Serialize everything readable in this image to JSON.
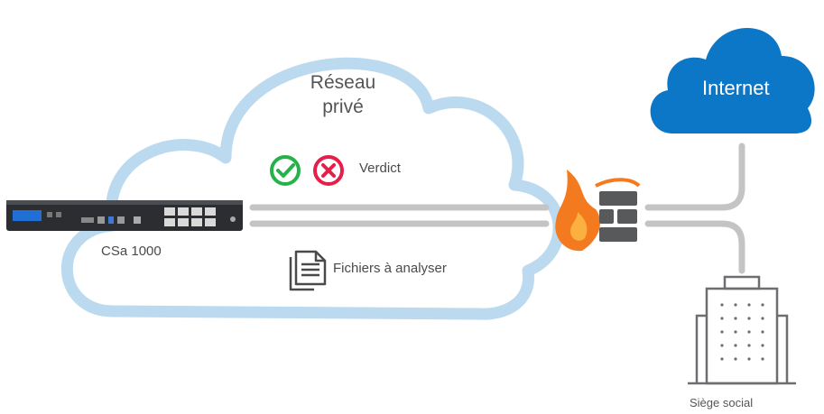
{
  "private_network": {
    "title_line1": "Réseau",
    "title_line2": "privé"
  },
  "verdict": {
    "label": "Verdict",
    "icons": [
      "check-circle-icon",
      "x-circle-icon"
    ]
  },
  "device": {
    "label": "CSa 1000"
  },
  "files": {
    "label": "Fichiers à analyser",
    "icon": "documents-icon"
  },
  "internet": {
    "label": "Internet"
  },
  "headquarters": {
    "label": "Siège social",
    "icon": "building-icon"
  },
  "firewall": {
    "icon": "firewall-icon"
  },
  "colors": {
    "cloud_outline": "#bcdaef",
    "internet_cloud": "#0d77c7",
    "line": "#c4c4c4",
    "check": "#25b24a",
    "cross": "#e51f4a",
    "flame_outer": "#f47a20",
    "flame_inner": "#fbb040",
    "brick": "#58595b",
    "text": "#4a4a4a"
  }
}
